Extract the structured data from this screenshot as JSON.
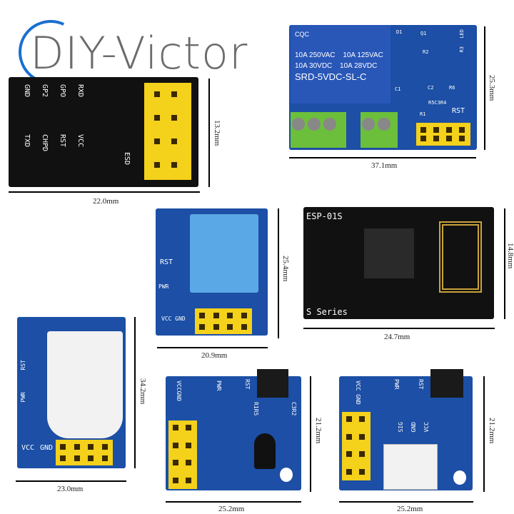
{
  "logo": {
    "text": "DIY-Victor",
    "accent": "#1a6fd0"
  },
  "adapter": {
    "top_labels": [
      "GND",
      "GP2",
      "GPO",
      "RXD"
    ],
    "bottom_labels": [
      "TXD",
      "CHPD",
      "RST",
      "VCC"
    ],
    "esd_label": "ESD",
    "width": "22.0mm",
    "height": "13.2mm"
  },
  "relay_board": {
    "cert": "CQC",
    "rating1": "10A 250VAC",
    "rating2": "10A 125VAC",
    "rating3": "10A 30VDC",
    "rating4": "10A 28VDC",
    "model": "SRD-5VDC-SL-C",
    "labels": [
      "D1",
      "Q1",
      "R2",
      "C1",
      "C2",
      "R6",
      "R5C3R4",
      "R1",
      "RST",
      "LED",
      "R3"
    ],
    "width": "37.1mm",
    "height": "25.3mm"
  },
  "dht11_board": {
    "labels": [
      "RST",
      "PWR",
      "VCC GND"
    ],
    "width": "20.9mm",
    "height": "25.4mm"
  },
  "esp01s": {
    "name": "ESP-01S",
    "series": "S Series",
    "width": "24.7mm",
    "height": "14.8mm"
  },
  "dht22_board": {
    "labels": [
      "RST",
      "PWR",
      "VCC",
      "GND"
    ],
    "width": "23.0mm",
    "height": "34.2mm"
  },
  "ds18b20_board": {
    "labels": [
      "VCCGND",
      "PWR",
      "RST",
      "R1R5",
      "C3R2"
    ],
    "width": "25.2mm",
    "height": "21.2mm"
  },
  "ws2812_board": {
    "labels": [
      "VCC GND",
      "PWR",
      "RST",
      "SIG",
      "GND",
      "VCC"
    ],
    "width": "25.2mm",
    "height": "21.2mm"
  }
}
